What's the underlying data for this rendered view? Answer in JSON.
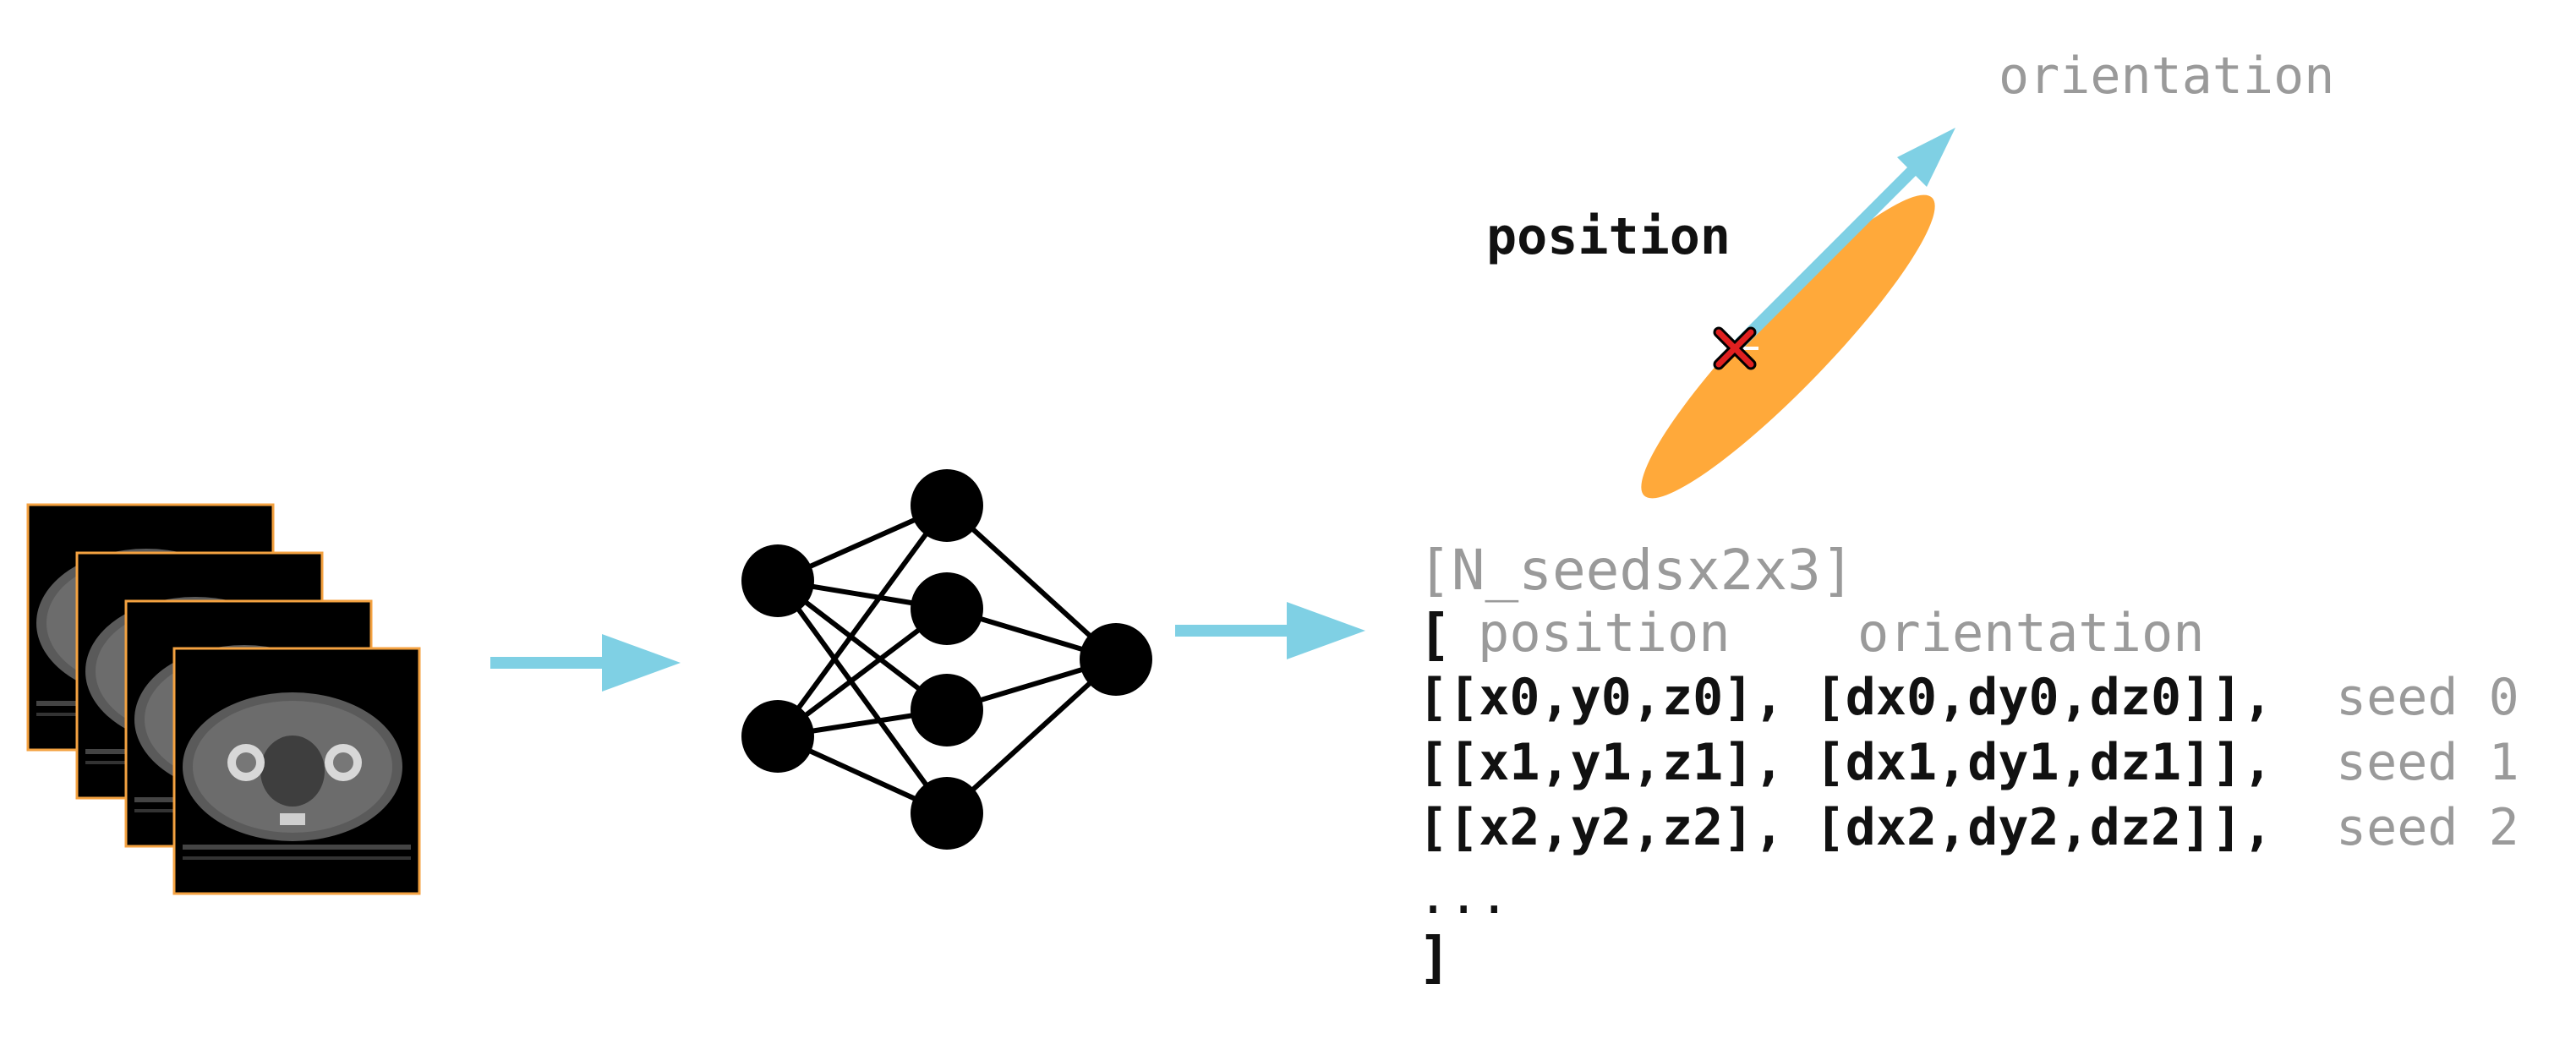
{
  "diagram": {
    "labels": {
      "orientation": "orientation",
      "position": "position"
    },
    "output": {
      "shape": "[N_seedsx2x3]",
      "open_bracket": "[",
      "col_position": "position",
      "col_orientation": "orientation",
      "rows": [
        {
          "code": "[[x0,y0,z0], [dx0,dy0,dz0]],",
          "seed": "seed 0"
        },
        {
          "code": "[[x1,y1,z1], [dx1,dy1,dz1]],",
          "seed": "seed 1"
        },
        {
          "code": "[[x2,y2,z2], [dx2,dy2,dz2]],",
          "seed": "seed 2"
        }
      ],
      "ellipsis": "...",
      "close_bracket": "]"
    },
    "colors": {
      "arrow": "#7fd0e4",
      "ellipse": "#ffa93a",
      "frame": "#f4a241",
      "marker": "#e02020",
      "node": "#000000"
    }
  }
}
